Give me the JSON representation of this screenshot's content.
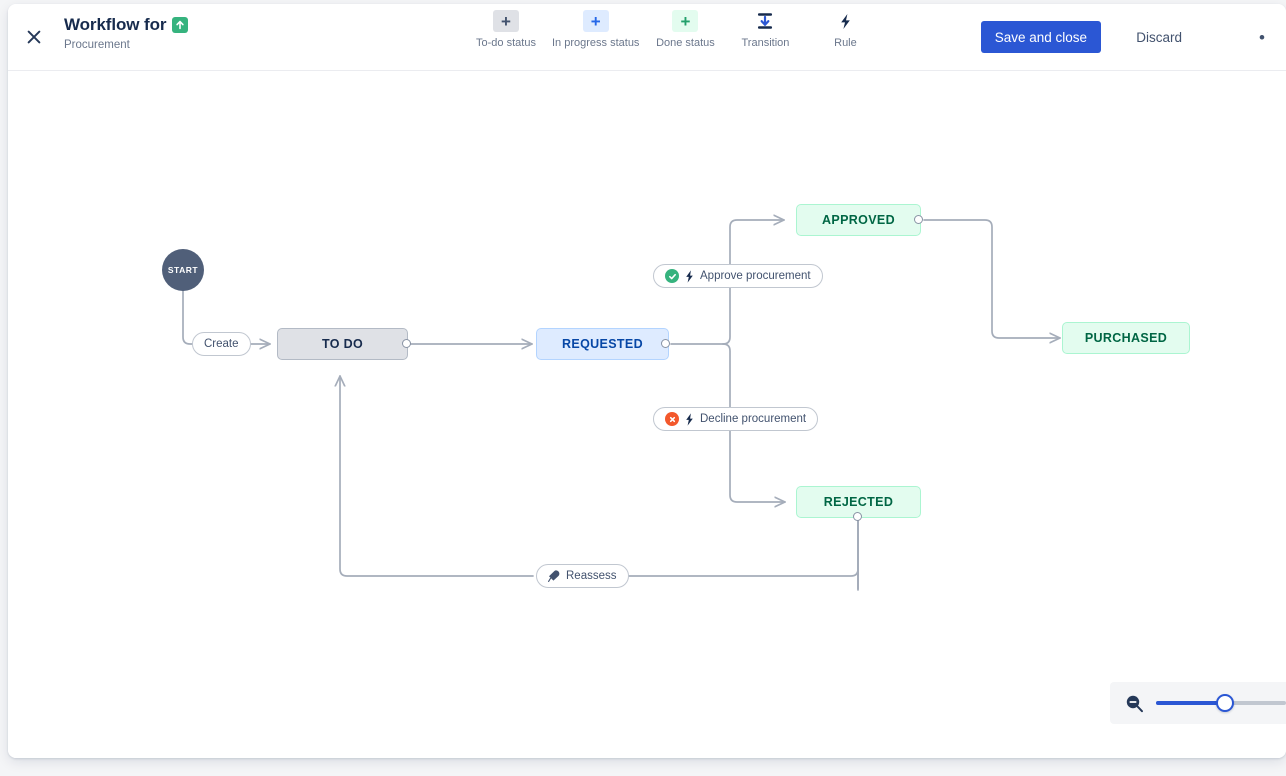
{
  "header": {
    "close_icon": "close-icon",
    "title": "Workflow for",
    "type_icon": "improvement-arrow-up-icon",
    "subtitle": "Procurement",
    "tools": [
      {
        "glyph": "+",
        "label": "To-do status",
        "icon": "plus-icon",
        "style": "grey"
      },
      {
        "glyph": "+",
        "label": "In progress status",
        "icon": "plus-icon",
        "style": "blue"
      },
      {
        "glyph": "+",
        "label": "Done status",
        "icon": "plus-icon",
        "style": "green"
      },
      {
        "glyph": "",
        "label": "Transition",
        "icon": "transition-arrow-icon",
        "style": "plain"
      },
      {
        "glyph": "",
        "label": "Rule",
        "icon": "lightning-bolt-icon",
        "style": "plain"
      }
    ],
    "save_label": "Save and close",
    "discard_label": "Discard",
    "more_label": "•"
  },
  "canvas": {
    "start": {
      "label": "START"
    },
    "nodes": [
      {
        "id": "todo",
        "label": "TO DO",
        "category": "todo"
      },
      {
        "id": "requested",
        "label": "REQUESTED",
        "category": "prog"
      },
      {
        "id": "approved",
        "label": "APPROVED",
        "category": "done"
      },
      {
        "id": "rejected",
        "label": "REJECTED",
        "category": "done"
      },
      {
        "id": "purchased",
        "label": "PURCHASED",
        "category": "done"
      }
    ],
    "transitions": [
      {
        "id": "create",
        "label": "Create",
        "badge": "none",
        "rule": false
      },
      {
        "id": "approve",
        "label": "Approve procurement",
        "badge": "ok",
        "rule": true
      },
      {
        "id": "decline",
        "label": "Decline procurement",
        "badge": "no",
        "rule": true
      },
      {
        "id": "reassess",
        "label": "Reassess",
        "badge": "tag",
        "rule": false
      }
    ]
  },
  "zoom": {
    "zoom_out_icon": "zoom-out-icon",
    "value": 53
  },
  "colors": {
    "accent": "#2b57d4",
    "todo": "#dfe1e6",
    "in_progress": "#deebff",
    "done": "#e3fcef",
    "success": "#36b37e",
    "danger": "#f3582c",
    "edge": "#a5adba"
  }
}
